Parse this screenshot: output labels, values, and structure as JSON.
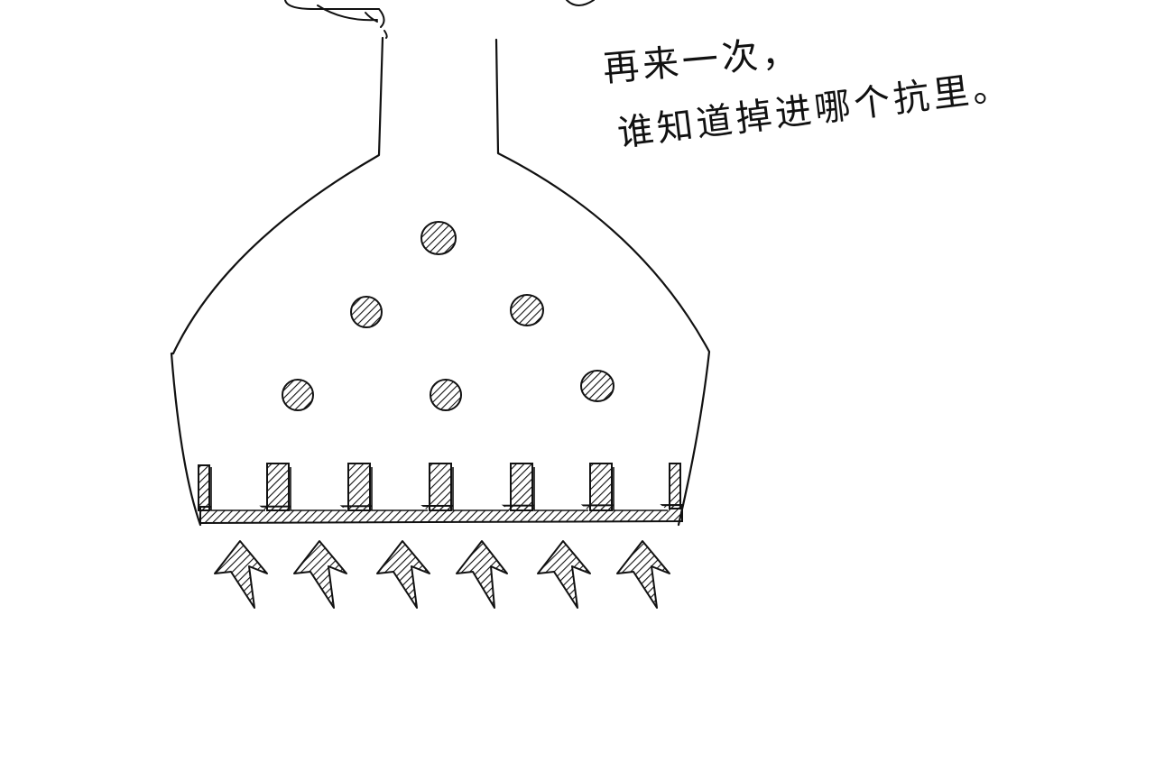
{
  "caption": {
    "line1": "再来一次，",
    "line2": "谁知道掉进哪个抗里。"
  },
  "drawing": {
    "ink_color": "#111111",
    "paper_color": "#ffffff",
    "ball_count": 6,
    "slot_count": 6,
    "arrow_count": 6
  }
}
